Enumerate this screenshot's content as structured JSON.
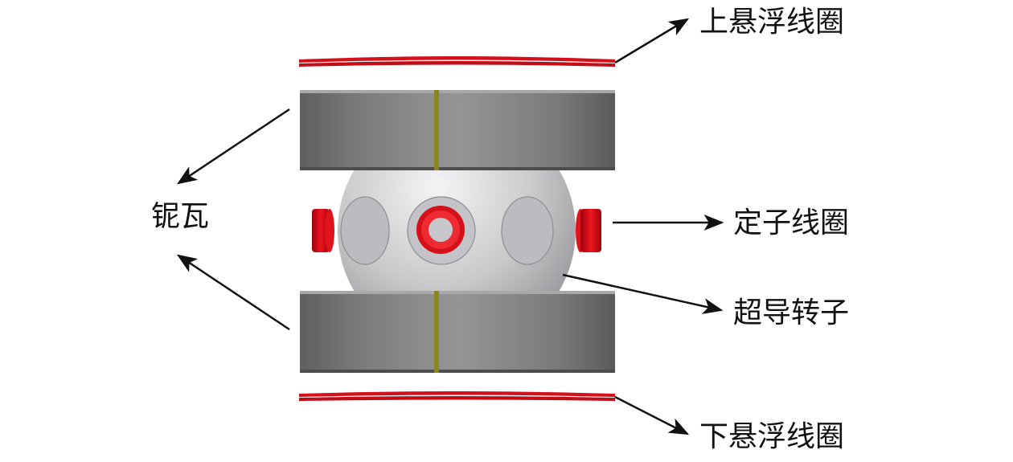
{
  "labels": {
    "upper_coil": "上悬浮线圈",
    "stator_coil": "定子线圈",
    "rotor": "超导转子",
    "lower_coil": "下悬浮线圈",
    "niobium_shell": "铌瓦"
  },
  "colors": {
    "coil_red": "#d4101a",
    "shell_gray": "#7d7d7d",
    "rotor_gray": "#c9c9cc",
    "seam_olive": "#8c8420",
    "arrow": "#111111"
  }
}
